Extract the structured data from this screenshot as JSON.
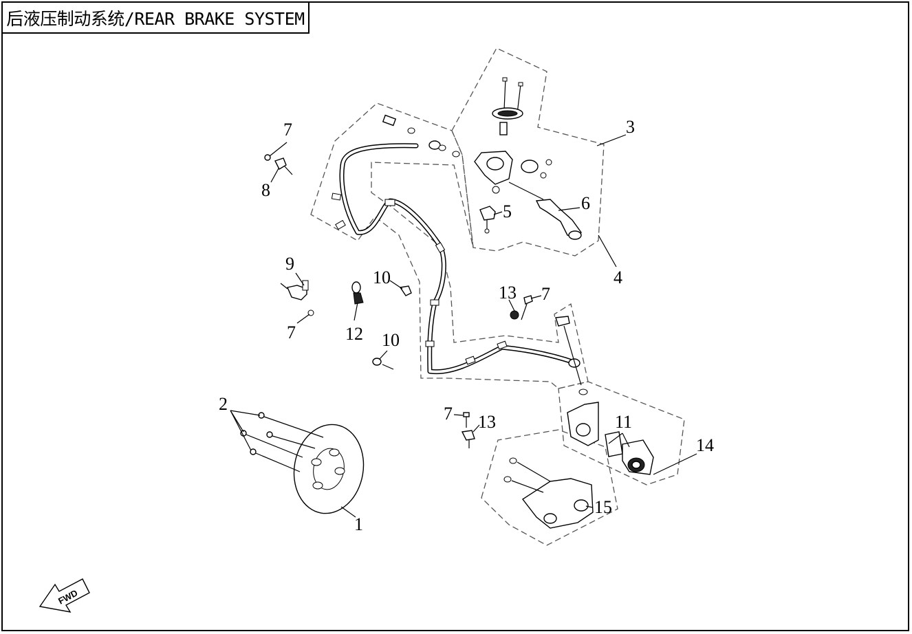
{
  "title": "后液压制动系统/REAR BRAKE SYSTEM",
  "icons": {
    "fwd_arrow": "fwd-arrow-icon"
  },
  "fwd_label": "FWD",
  "callouts": {
    "c1": "1",
    "c2": "2",
    "c3": "3",
    "c4": "4",
    "c5": "5",
    "c6": "6",
    "c7a": "7",
    "c7b": "7",
    "c7c": "7",
    "c7d": "7",
    "c8": "8",
    "c9": "9",
    "c10a": "10",
    "c10b": "10",
    "c11": "11",
    "c12": "12",
    "c13a": "13",
    "c13b": "13",
    "c14": "14",
    "c15": "15"
  }
}
